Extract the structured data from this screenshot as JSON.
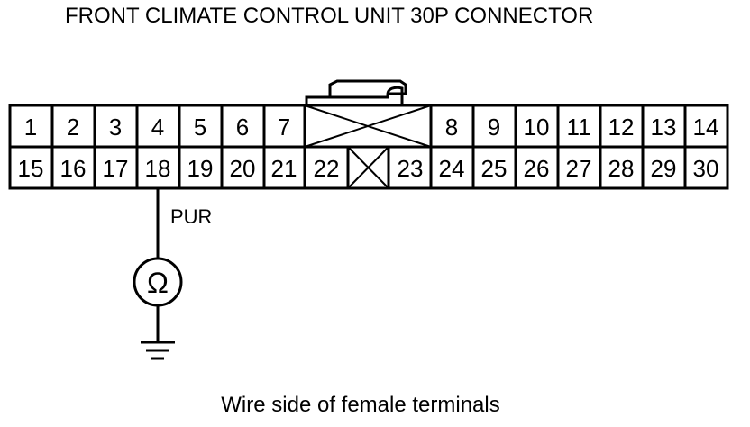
{
  "title": "FRONT CLIMATE CONTROL UNIT 30P CONNECTOR",
  "caption": "Wire side of female terminals",
  "connector": {
    "top_row": [
      "1",
      "2",
      "3",
      "4",
      "5",
      "6",
      "7",
      "",
      "8",
      "9",
      "10",
      "11",
      "12",
      "13",
      "14"
    ],
    "bottom_row": [
      "15",
      "16",
      "17",
      "18",
      "19",
      "20",
      "21",
      "22",
      "",
      "23",
      "24",
      "25",
      "26",
      "27",
      "28",
      "29",
      "30"
    ]
  },
  "probe": {
    "terminal": "18",
    "wire_color": "PUR",
    "meter_symbol": "Ω",
    "meter_icon": "ohmmeter-icon",
    "ground_icon": "ground-icon"
  }
}
